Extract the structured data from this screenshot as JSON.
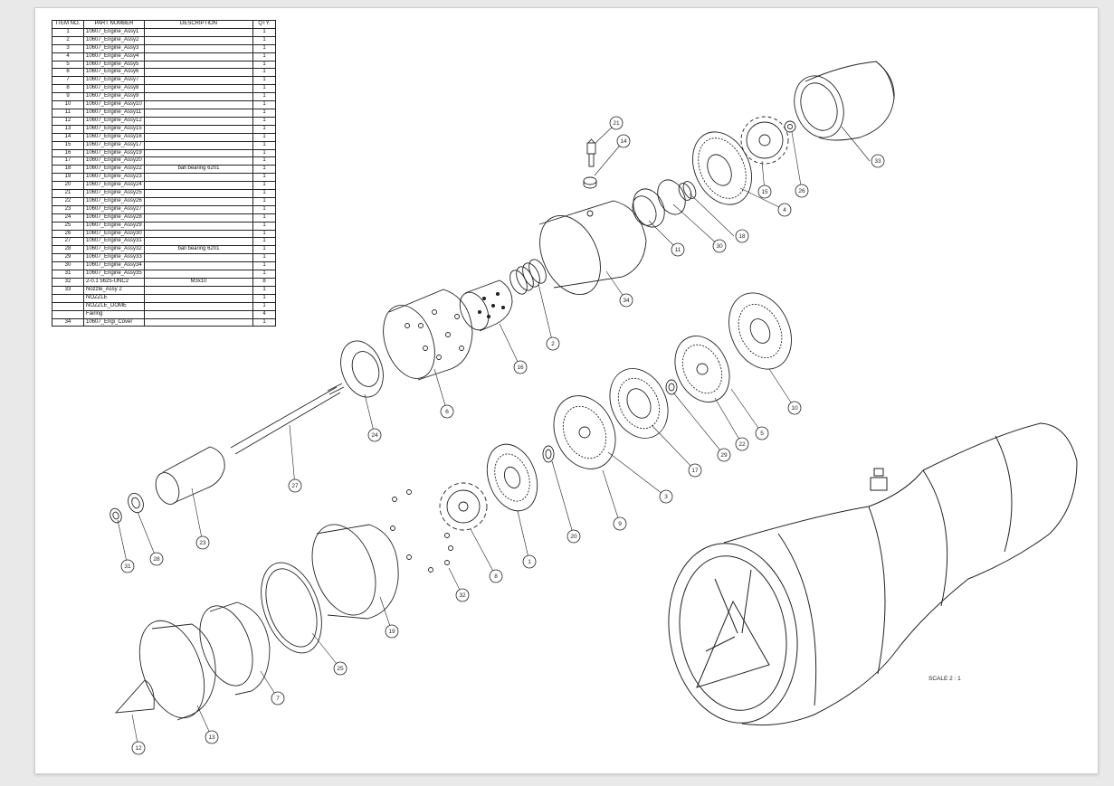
{
  "bom": {
    "headers": [
      "ITEM NO.",
      "PART NUMBER",
      "DESCRIPTION",
      "QTY."
    ],
    "rows": [
      [
        "1",
        "10607_Engine_Assy1",
        "",
        "1"
      ],
      [
        "2",
        "10607_Engine_Assy2",
        "",
        "1"
      ],
      [
        "3",
        "10607_Engine_Assy3",
        "",
        "1"
      ],
      [
        "4",
        "10607_Engine_Assy4",
        "",
        "1"
      ],
      [
        "5",
        "10607_Engine_Assy5",
        "",
        "1"
      ],
      [
        "6",
        "10607_Engine_Assy6",
        "",
        "1"
      ],
      [
        "7",
        "10607_Engine_Assy7",
        "",
        "1"
      ],
      [
        "8",
        "10607_Engine_Assy8",
        "",
        "1"
      ],
      [
        "9",
        "10607_Engine_Assy9",
        "",
        "1"
      ],
      [
        "10",
        "10607_Engine_Assy10",
        "",
        "1"
      ],
      [
        "11",
        "10607_Engine_Assy11",
        "",
        "1"
      ],
      [
        "12",
        "10607_Engine_Assy12",
        "",
        "1"
      ],
      [
        "13",
        "10607_Engine_Assy15",
        "",
        "1"
      ],
      [
        "14",
        "10607_Engine_Assy16",
        "",
        "1"
      ],
      [
        "15",
        "10607_Engine_Assy17",
        "",
        "1"
      ],
      [
        "16",
        "10607_Engine_Assy19",
        "",
        "1"
      ],
      [
        "17",
        "10607_Engine_Assy20",
        "",
        "1"
      ],
      [
        "18",
        "10607_Engine_Assy22",
        "ball bearing 6201",
        "1"
      ],
      [
        "19",
        "10607_Engine_Assy23",
        "",
        "1"
      ],
      [
        "20",
        "10607_Engine_Assy24",
        "",
        "1"
      ],
      [
        "21",
        "10607_Engine_Assy25",
        "",
        "1"
      ],
      [
        "22",
        "10607_Engine_Assy26",
        "",
        "1"
      ],
      [
        "23",
        "10607_Engine_Assy27",
        "",
        "1"
      ],
      [
        "24",
        "10607_Engine_Assy28",
        "",
        "1"
      ],
      [
        "25",
        "10607_Engine_Assy29",
        "",
        "1"
      ],
      [
        "26",
        "10607_Engine_Assy30",
        "",
        "1"
      ],
      [
        "27",
        "10607_Engine_Assy31",
        "",
        "1"
      ],
      [
        "28",
        "10607_Engine_Assy32",
        "ball bearing 6201",
        "1"
      ],
      [
        "29",
        "10607_Engine_Assy33",
        "",
        "1"
      ],
      [
        "30",
        "10607_Engine_Assy34",
        "",
        "1"
      ],
      [
        "31",
        "10607_Engine_Assy35",
        "",
        "1"
      ],
      [
        "32",
        "2-0.1 5625-UNC2",
        "M3x10",
        "8"
      ],
      [
        "33",
        "Nozzle_Assy 2",
        "",
        "1"
      ],
      [
        "",
        "NOZZLE",
        "",
        "1"
      ],
      [
        "",
        "NOZZLE_DOME",
        "",
        "1"
      ],
      [
        "",
        "Fairing",
        "",
        "4"
      ],
      [
        "34",
        "10607_Engi_Cover",
        "",
        "1"
      ]
    ]
  },
  "balloons": [
    "1",
    "2",
    "3",
    "4",
    "5",
    "6",
    "7",
    "8",
    "9",
    "10",
    "11",
    "12",
    "13",
    "14",
    "15",
    "17",
    "16",
    "18",
    "19",
    "20",
    "21",
    "22",
    "23",
    "24",
    "25",
    "26",
    "27",
    "28",
    "29",
    "30",
    "31",
    "32",
    "33",
    "34"
  ],
  "scale_label": "SCALE 2 : 1"
}
